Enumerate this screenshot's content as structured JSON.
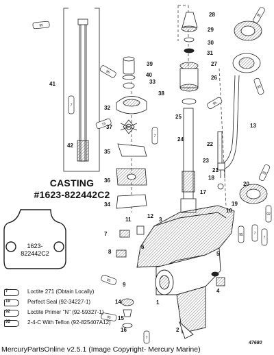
{
  "callouts": [
    "1",
    "2",
    "3",
    "4",
    "5",
    "6",
    "7",
    "8",
    "9",
    "10",
    "11",
    "12",
    "13",
    "14",
    "15",
    "16",
    "17",
    "18",
    "19",
    "20",
    "21",
    "22",
    "23",
    "24",
    "25",
    "26",
    "27",
    "28",
    "29",
    "30",
    "31",
    "32",
    "33",
    "34",
    "35",
    "36",
    "37",
    "38",
    "39",
    "40",
    "41",
    "42"
  ],
  "sealant_codes": {
    "loctite_271": "7",
    "perfect_seal": "19",
    "loctite_primer": "92",
    "teflon_grease": "95"
  },
  "casting": {
    "title": "CASTING",
    "number": "#1623-822442C2"
  },
  "casting_stamp": {
    "line1": "1623-",
    "line2": "822442C2"
  },
  "legend": [
    {
      "code": "7",
      "text": "Loctite 271 (Obtain Locally)"
    },
    {
      "code": "19",
      "text": "Perfect Seal (92-34227-1)"
    },
    {
      "code": "92",
      "text": "Loctite Primer \"N\" (92-59327-1)"
    },
    {
      "code": "95",
      "text": "2-4-C  With Teflon (92-825407A12)"
    }
  ],
  "document_number": "47680",
  "footer": "MercuryPartsOnline v2.5.1 (Image Copyright- Mercury Marine)",
  "colors": {
    "line": "#1a1a1a",
    "hatch": "#555555",
    "background": "#ffffff"
  }
}
